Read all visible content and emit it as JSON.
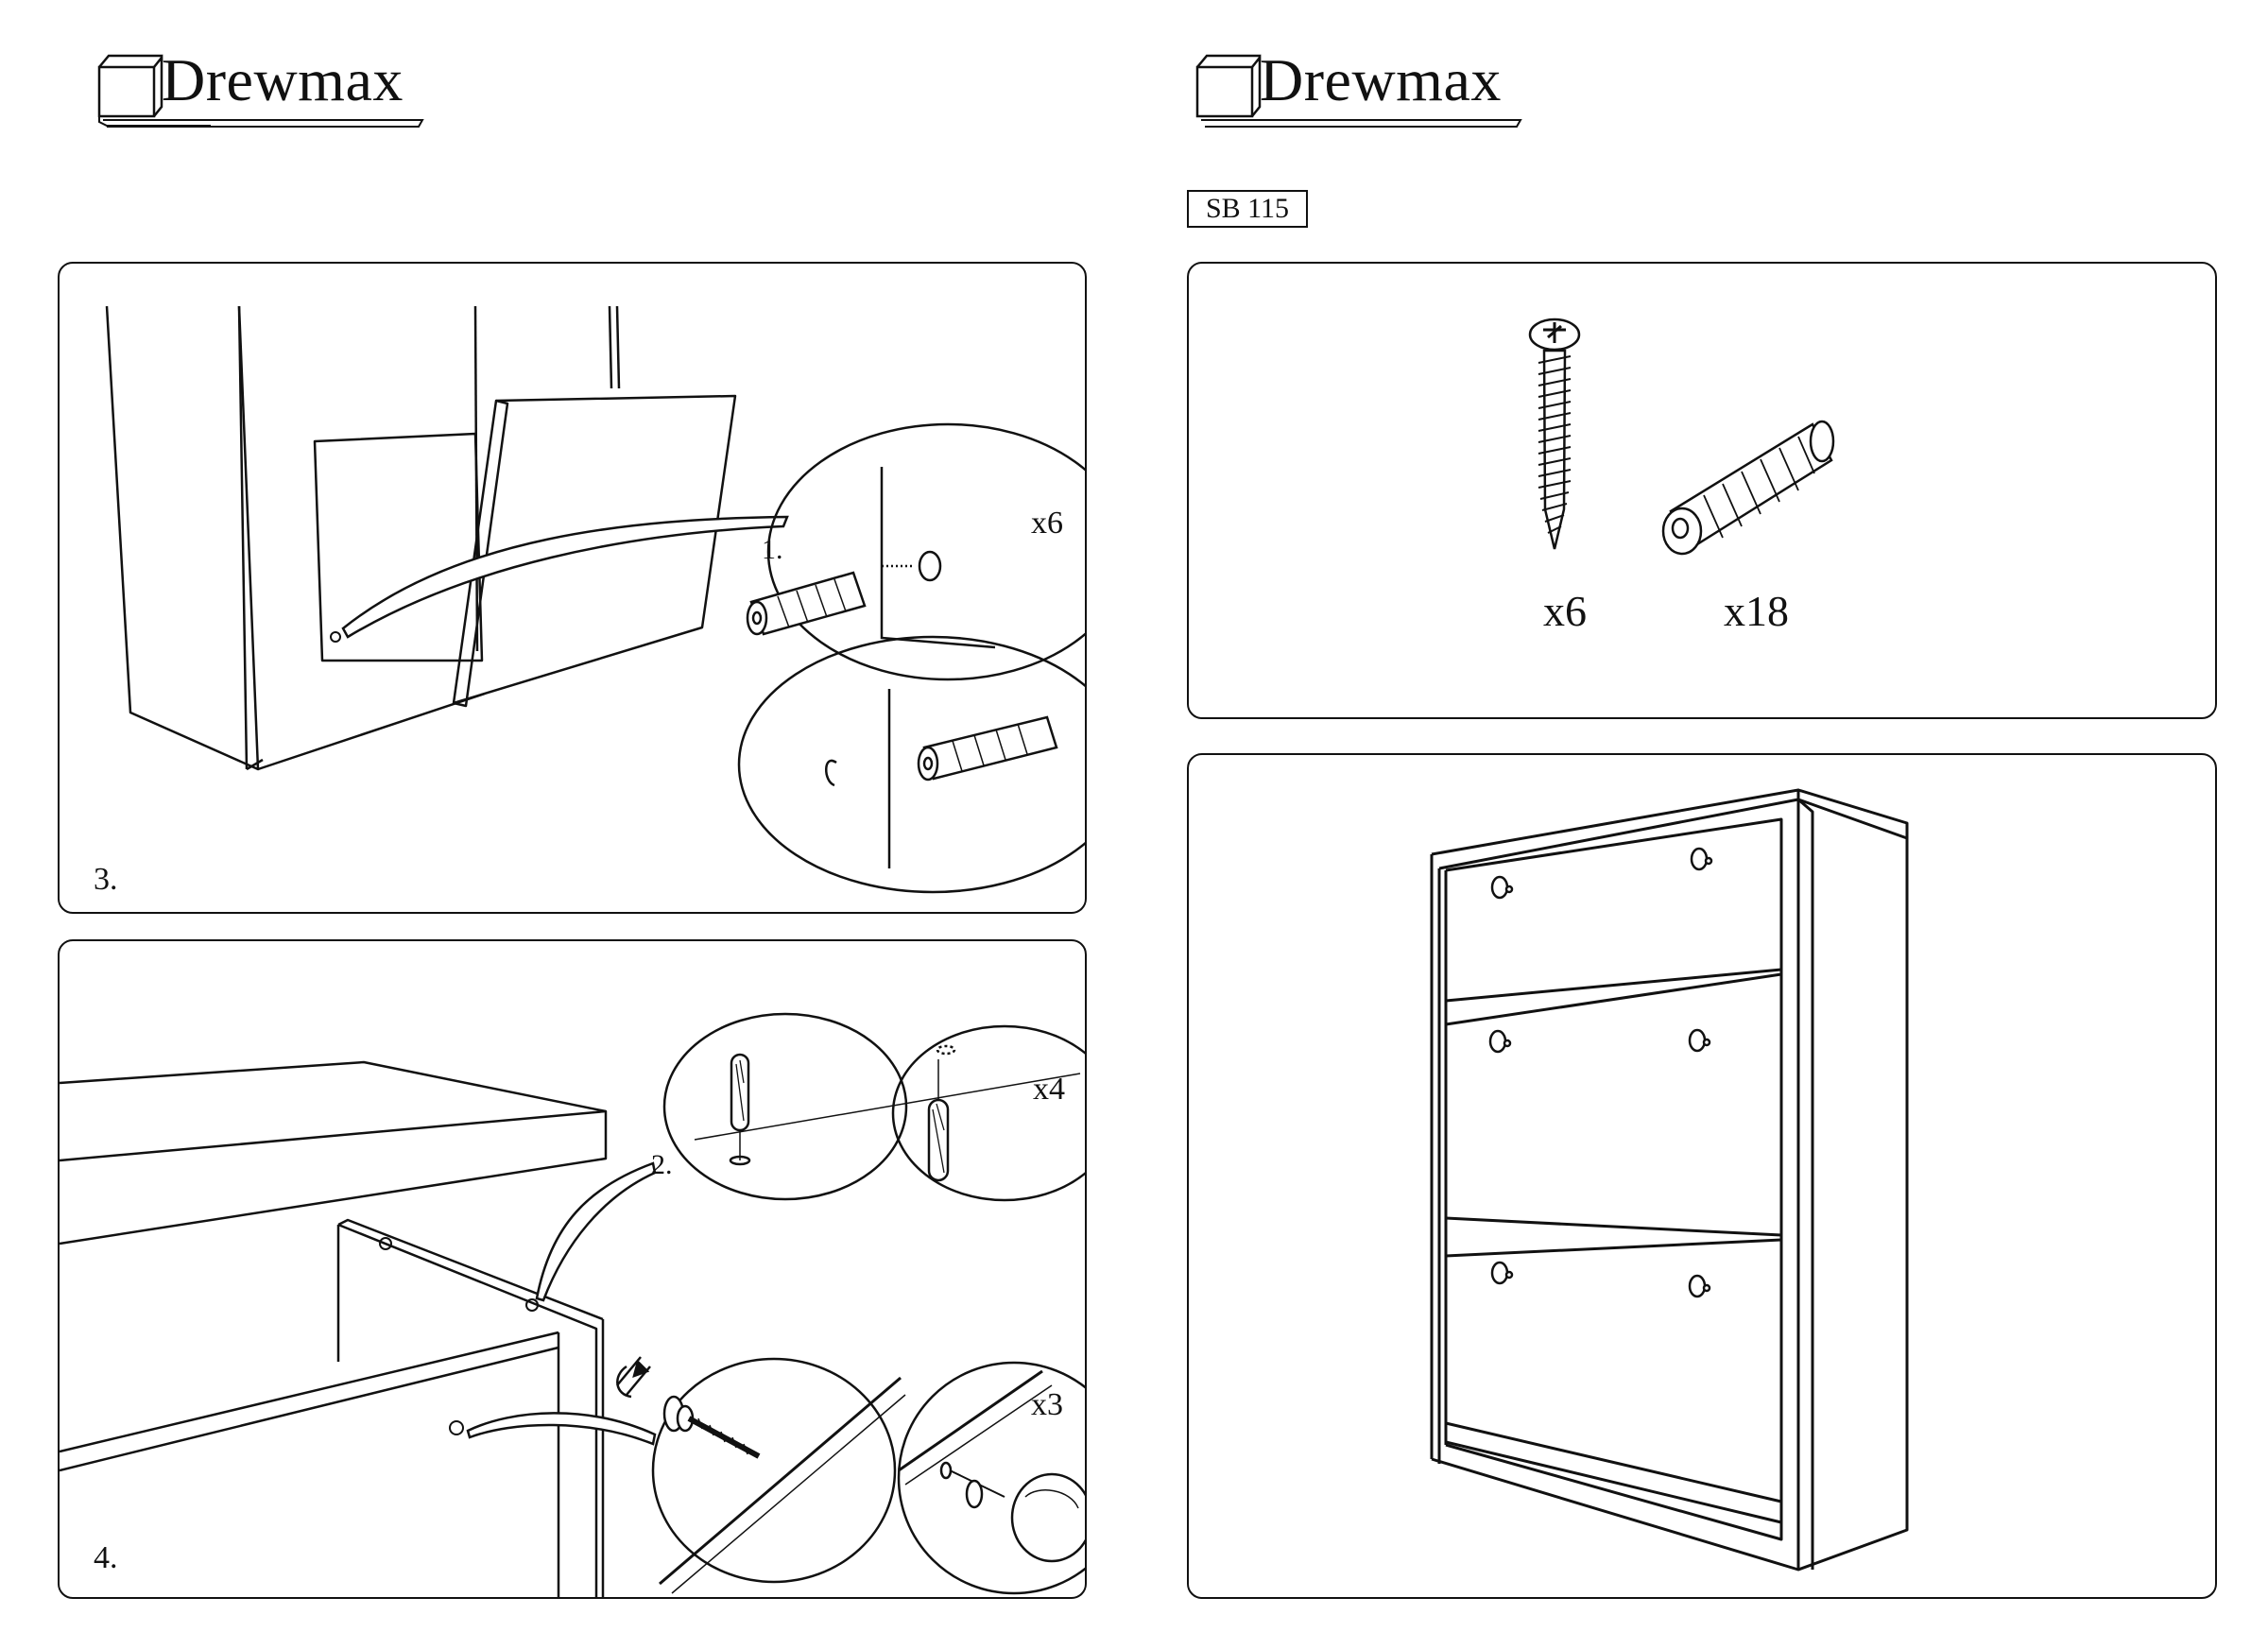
{
  "brand": {
    "name": "Drewmax"
  },
  "model_code": "SB 115",
  "steps": {
    "step3": {
      "number": "3.",
      "callout_label": "1.",
      "quantity": "x6"
    },
    "step4": {
      "number": "4.",
      "callout_label": "2.",
      "quantity_dowels": "x4",
      "quantity_knobs": "x3"
    }
  },
  "parts": [
    {
      "icon": "screw-icon",
      "quantity": "x6"
    },
    {
      "icon": "wooden-dowel-icon",
      "quantity": "x18"
    }
  ]
}
